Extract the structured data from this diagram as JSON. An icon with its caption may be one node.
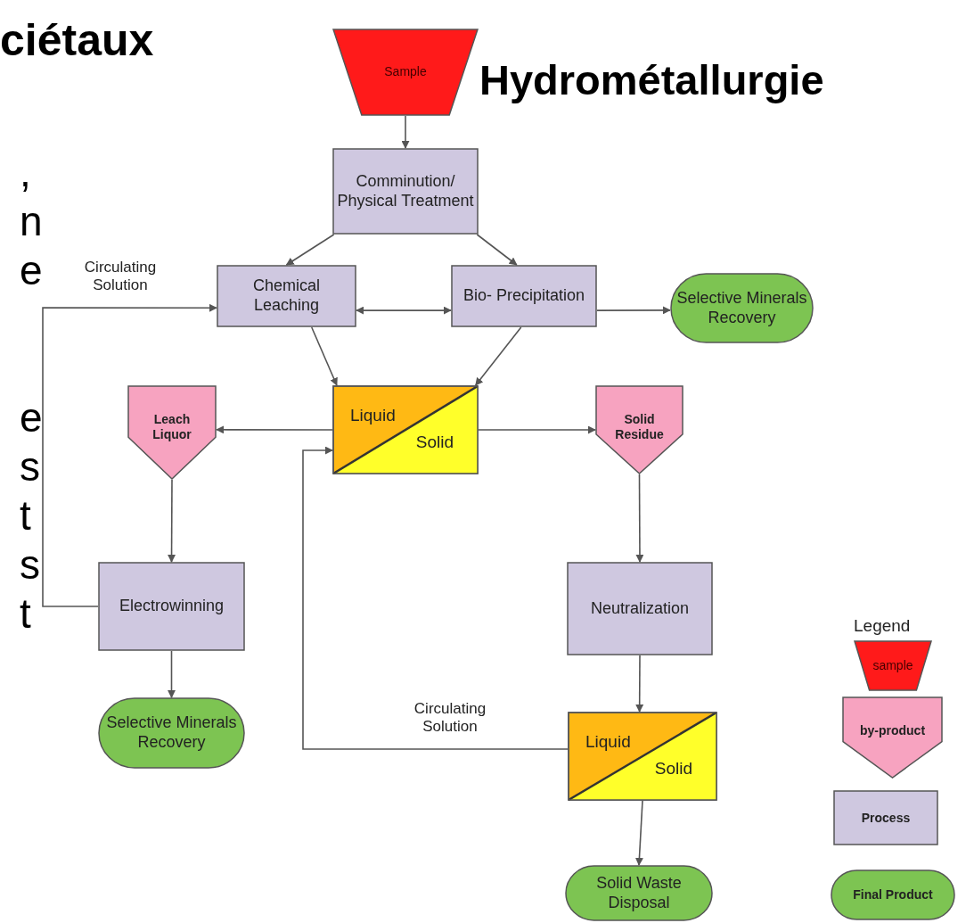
{
  "diagram": {
    "title": "Hydrométallurgie",
    "nodes": [
      {
        "text": [
          "Sample"
        ]
      },
      {
        "text": [
          "Comminution/ Physical Treatment"
        ]
      },
      {
        "text": [
          "Chemical Leaching"
        ]
      },
      {
        "text": [
          "Bio- Precipitation"
        ]
      },
      {
        "text": [
          "Selective Minerals Recovery"
        ]
      },
      {
        "text": [
          "Liquid",
          "Solid"
        ]
      },
      {
        "text": [
          "Leach Liquor"
        ]
      },
      {
        "text": [
          "Solid Residue"
        ]
      },
      {
        "text": [
          "Electrowinning"
        ]
      },
      {
        "text": [
          "Neutralization"
        ]
      },
      {
        "text": [
          "Selective Minerals Recovery"
        ]
      },
      {
        "text": [
          "Liquid",
          "Solid"
        ]
      },
      {
        "text": [
          "Solid Waste Disposal"
        ]
      }
    ],
    "edges": [
      {
        "from": 0,
        "to": 1,
        "arrow": "to"
      },
      {
        "from": 1,
        "to": 2,
        "arrow": "to"
      },
      {
        "from": 1,
        "to": 3,
        "arrow": "to"
      },
      {
        "from": 2,
        "to": 3,
        "arrow": "both"
      },
      {
        "from": 3,
        "to": 4,
        "arrow": "to"
      },
      {
        "from": 2,
        "to": 5,
        "arrow": "to"
      },
      {
        "from": 3,
        "to": 5,
        "arrow": "to"
      },
      {
        "from": 5,
        "to": 6,
        "arrow": "to"
      },
      {
        "from": 5,
        "to": 7,
        "arrow": "to"
      },
      {
        "from": 6,
        "to": 8,
        "arrow": "to"
      },
      {
        "from": 8,
        "to": 2,
        "arrow": "to",
        "label": "Circulating Solution"
      },
      {
        "from": 8,
        "to": 10,
        "arrow": "to"
      },
      {
        "from": 7,
        "to": 9,
        "arrow": "to"
      },
      {
        "from": 9,
        "to": 11,
        "arrow": "to"
      },
      {
        "from": 11,
        "to": 12,
        "arrow": "to"
      },
      {
        "from": 11,
        "to": 5,
        "arrow": "to",
        "label": "Circulating Solution"
      }
    ],
    "labels": [
      "ciétaux",
      ",",
      "n",
      "e",
      "e",
      "s",
      "t",
      "s",
      "t",
      "Legend"
    ],
    "legend": [
      {
        "text": "sample"
      },
      {
        "text": "by-product"
      },
      {
        "text": "Process"
      },
      {
        "text": "Final Product"
      }
    ]
  }
}
